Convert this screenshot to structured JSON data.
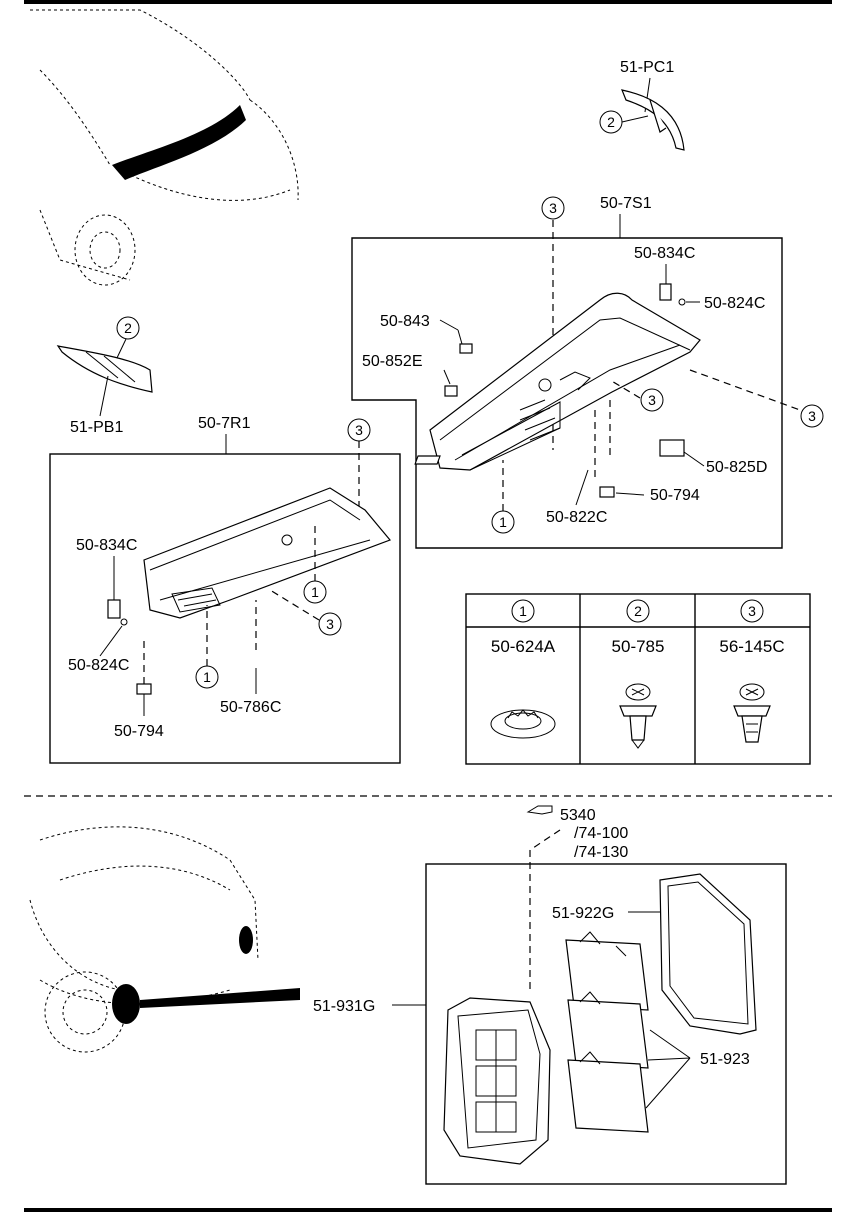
{
  "parts": {
    "top_fender_right": "51-PC1",
    "top_fender_left": "51-PB1",
    "cowl_right_panel": "50-7S1",
    "cowl_left_panel": "50-7R1",
    "cap_r": "50-834C",
    "clip_r": "50-824C",
    "seal_843": "50-843",
    "seal_852": "50-852E",
    "block_825": "50-825D",
    "pad_794_r": "50-794",
    "tape_822": "50-822C",
    "cap_l": "50-834C",
    "clip_l": "50-824C",
    "pad_794_l": "50-794",
    "tape_786": "50-786C",
    "service_hole_cover": "51-931G",
    "gasket": "51-922G",
    "insulator": "51-923"
  },
  "callouts": {
    "one": "1",
    "two": "2",
    "three": "3"
  },
  "fastener_table": {
    "col1_num": "1",
    "col2_num": "2",
    "col3_num": "3",
    "col1_part": "50-624A",
    "col2_part": "50-785",
    "col3_part": "56-145C"
  },
  "reference": {
    "page": "5340",
    "line1": "/74-100",
    "line2": "/74-130"
  },
  "icons": {
    "reference": "pointing-hand-icon"
  }
}
